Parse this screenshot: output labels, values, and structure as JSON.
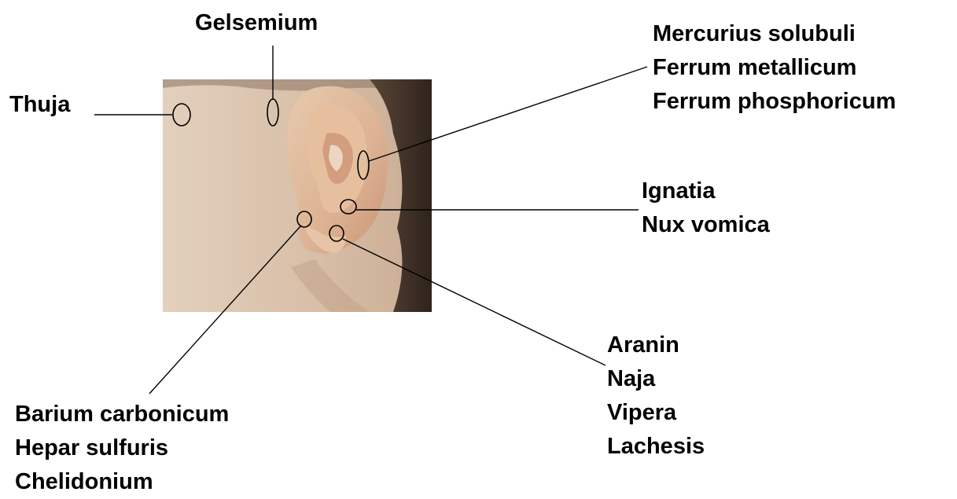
{
  "colors": {
    "background": "#ffffff",
    "text": "#000000",
    "leader_line": "#000000",
    "photo_skin": "#d9c2ad",
    "photo_hair": "#3d2e26"
  },
  "photo": {
    "subject": "ear-photograph"
  },
  "label_groups": [
    {
      "id": "gelsemium",
      "items": [
        "Gelsemium"
      ]
    },
    {
      "id": "thuja",
      "items": [
        "Thuja"
      ]
    },
    {
      "id": "mercurius",
      "items": [
        "Mercurius solubuli",
        "Ferrum metallicum",
        "Ferrum phosphoricum"
      ]
    },
    {
      "id": "ignatia",
      "items": [
        "Ignatia",
        "Nux vomica"
      ]
    },
    {
      "id": "aranin",
      "items": [
        "Aranin",
        "Naja",
        "Vipera",
        "Lachesis"
      ]
    },
    {
      "id": "barium",
      "items": [
        "Barium carbonicum",
        "Hepar sulfuris",
        "Chelidonium"
      ]
    }
  ]
}
